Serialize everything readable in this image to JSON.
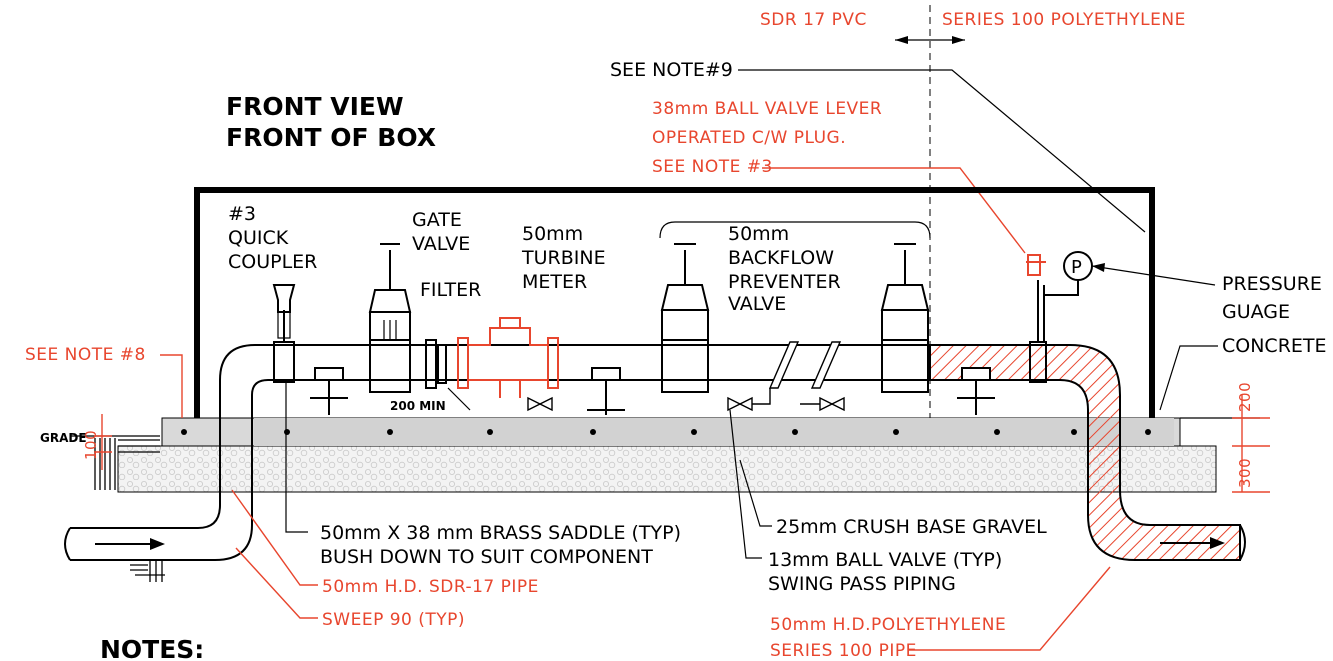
{
  "header": {
    "left_material": "SDR 17 PVC",
    "right_material": "SERIES 100 POLYETHYLENE"
  },
  "title": {
    "line1": "FRONT VIEW",
    "line2": "FRONT OF BOX"
  },
  "labels": {
    "see_note_9": "SEE NOTE#9",
    "ball_valve_line1": "38mm BALL VALVE LEVER",
    "ball_valve_line2": "OPERATED C/W PLUG.",
    "ball_valve_line3": "SEE NOTE #3",
    "quick_coupler_line1": "#3",
    "quick_coupler_line2": "QUICK",
    "quick_coupler_line3": "COUPLER",
    "gate_valve_line1": "GATE",
    "gate_valve_line2": "VALVE",
    "filter": "FILTER",
    "meter_line1": "50mm",
    "meter_line2": "TURBINE",
    "meter_line3": "METER",
    "backflow_line1": "50mm",
    "backflow_line2": "BACKFLOW",
    "backflow_line3": "PREVENTER",
    "backflow_line4": "VALVE",
    "pressure_line1": "PRESSURE",
    "pressure_line2": "GUAGE",
    "gauge_symbol": "P",
    "concrete": "CONCRETE",
    "see_note_8": "SEE NOTE #8",
    "grade": "GRADE",
    "min_200": "200 MIN",
    "dim_100": "100",
    "dim_200": "200",
    "dim_300": "300",
    "saddle_line1": "50mm X 38 mm BRASS SADDLE (TYP)",
    "saddle_line2": "BUSH DOWN TO SUIT COMPONENT",
    "gravel": "25mm CRUSH BASE GRAVEL",
    "ball13_line1": "13mm BALL VALVE (TYP)",
    "ball13_line2": "SWING PASS PIPING",
    "pipe_sdr": "50mm H.D. SDR-17 PIPE",
    "sweep": "SWEEP 90 (TYP)",
    "poly_line1": "50mm H.D.POLYETHYLENE",
    "poly_line2": "SERIES 100 PIPE",
    "notes": "NOTES:"
  },
  "colors": {
    "line": "#000000",
    "annotation": "#e8462e",
    "concrete": "#d9d9d9",
    "gravel": "#f1f1f1"
  }
}
